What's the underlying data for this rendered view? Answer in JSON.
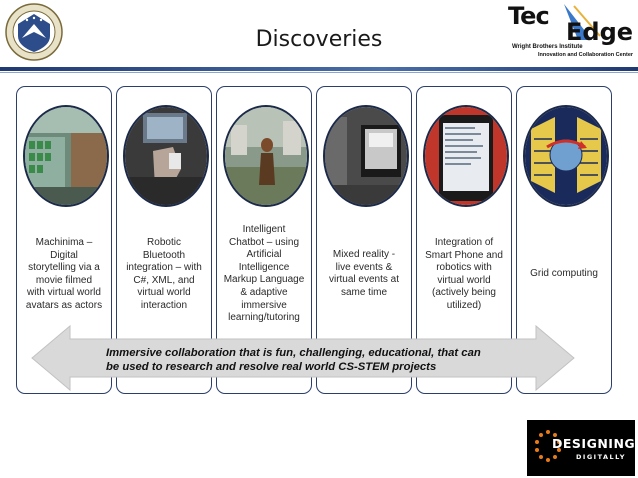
{
  "slide": {
    "title": "Discoveries",
    "header_logo_right": {
      "line1": "Tec",
      "line2": "Edge",
      "sub1": "Wright Brothers Institute",
      "sub2": "Innovation and Collaboration Center"
    },
    "footer_logo": {
      "word": "DESIGNING",
      "sub": "DIGITALLY"
    }
  },
  "cards": [
    {
      "id": "machinima",
      "image": "virtual-world-screenshot",
      "text": "Machinima –\nDigital\nstorytelling via a\nmovie filmed\nwith virtual world\navatars as actors"
    },
    {
      "id": "robotic",
      "image": "robot-hand-photo",
      "text": "Robotic\nBluetooth\nintegration – with\nC#, XML, and\nvirtual world\ninteraction"
    },
    {
      "id": "chatbot",
      "image": "avatar-in-virtual-world",
      "text": "Intelligent\nChatbot – using\nArtificial\nIntelligence\nMarkup Language\n& adaptive\nimmersive\nlearning/tutoring"
    },
    {
      "id": "mixed-reality",
      "image": "virtual-screen-room",
      "text": "Mixed reality -\nlive events &\nvirtual events at\nsame time"
    },
    {
      "id": "smartphone",
      "image": "smartphone-photo",
      "text": "Integration of\nSmart Phone and\nrobotics with\nvirtual world\n(actively being\nutilized)"
    },
    {
      "id": "grid",
      "image": "grid-computing-icon",
      "text": "Grid computing"
    }
  ],
  "banner": {
    "line1": "Immersive collaboration that is fun, challenging, educational, that can",
    "line2": "be used to research and resolve real world CS-STEM projects"
  },
  "colors": {
    "card_border": "#2c3f6b",
    "arrow_fill": "#d9d9d9",
    "header_bar": "#1f3a73"
  }
}
